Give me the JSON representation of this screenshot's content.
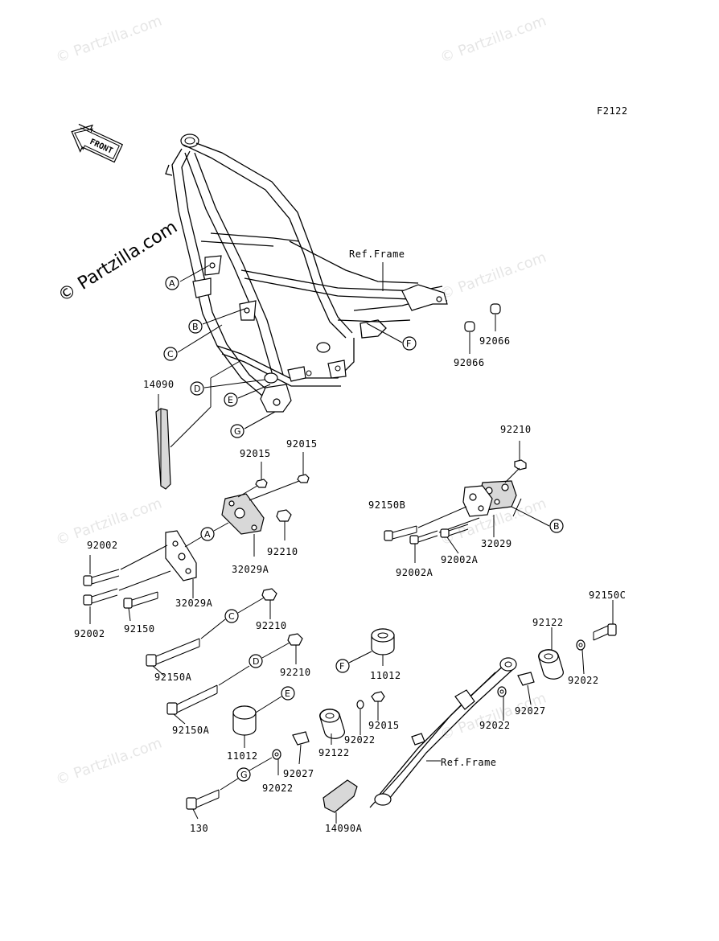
{
  "diagram_id": "F2122",
  "front_label": "FRONT",
  "watermark": "© Partzilla.com",
  "watermark_big": "© Partzilla.com",
  "ref_frame_top": "Ref.Frame",
  "ref_frame_bottom": "Ref.Frame",
  "callouts": {
    "A": "A",
    "B": "B",
    "C": "C",
    "D": "D",
    "E": "E",
    "F": "F",
    "G": "G"
  },
  "parts": {
    "p14090": "14090",
    "p92066a": "92066",
    "p92066b": "92066",
    "p92210_top": "92210",
    "p92015a": "92015",
    "p92015b": "92015",
    "p92150B": "92150B",
    "p32029": "32029",
    "p92002A_1": "92002A",
    "p92002A_2": "92002A",
    "p92002_1": "92002",
    "p92002_2": "92002",
    "p92210_a": "92210",
    "p32029A_1": "32029A",
    "p32029A_2": "32029A",
    "p92150": "92150",
    "p92210_c": "92210",
    "p92210_d": "92210",
    "p92150A_1": "92150A",
    "p92150A_2": "92150A",
    "p92150C": "92150C",
    "p92122_r": "92122",
    "p92022_r": "92022",
    "p11012_a": "11012",
    "p92027_r": "92027",
    "p92022_m": "92022",
    "p92015_m": "92015",
    "p92022_c": "92022",
    "p92122_c": "92122",
    "p11012_b": "11012",
    "p92027_l": "92027",
    "p92022_l": "92022",
    "p130": "130",
    "p14090A": "14090A"
  }
}
